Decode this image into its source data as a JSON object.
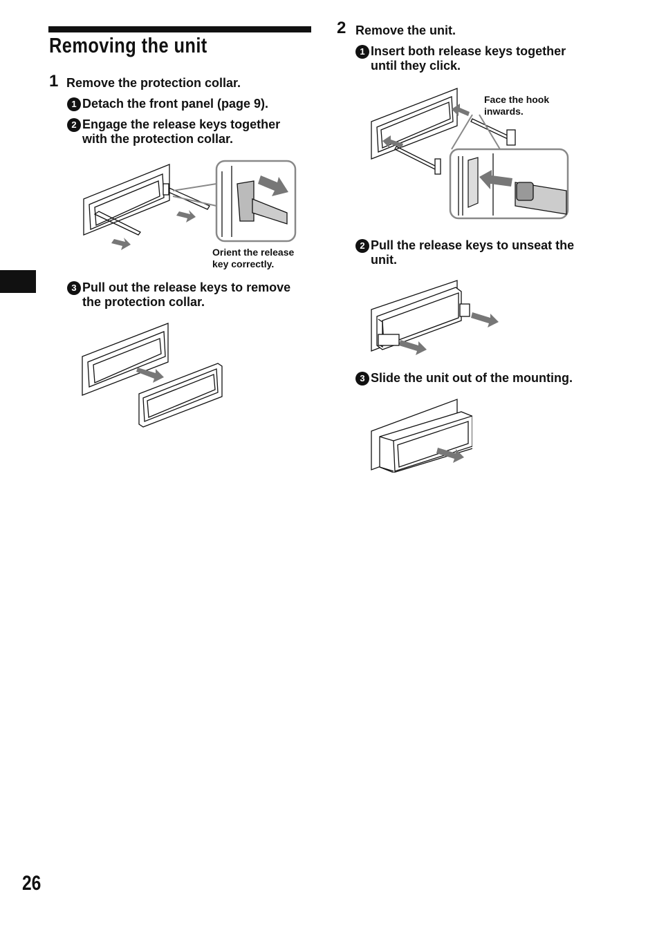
{
  "page": {
    "title": "Removing the unit",
    "page_number": "26"
  },
  "step1": {
    "number": "1",
    "text": "Remove the protection collar.",
    "substeps": [
      {
        "marker": "1",
        "text": "Detach the front panel (page 9)."
      },
      {
        "marker": "2",
        "text": "Engage the release keys together\nwith the protection collar."
      },
      {
        "marker": "3",
        "text": "Pull out the release keys to remove\nthe protection collar."
      }
    ],
    "caption": "Orient the release\nkey correctly."
  },
  "step2": {
    "number": "2",
    "text": "Remove the unit.",
    "substeps": [
      {
        "marker": "1",
        "text": "Insert both release keys together\nuntil they click."
      },
      {
        "marker": "2",
        "text": "Pull the release keys to unseat the\nunit."
      },
      {
        "marker": "3",
        "text": "Slide the unit out of the mounting."
      }
    ],
    "caption": "Face the hook\ninwards."
  },
  "colors": {
    "text": "#111111",
    "arrow_gray": "#777777"
  }
}
